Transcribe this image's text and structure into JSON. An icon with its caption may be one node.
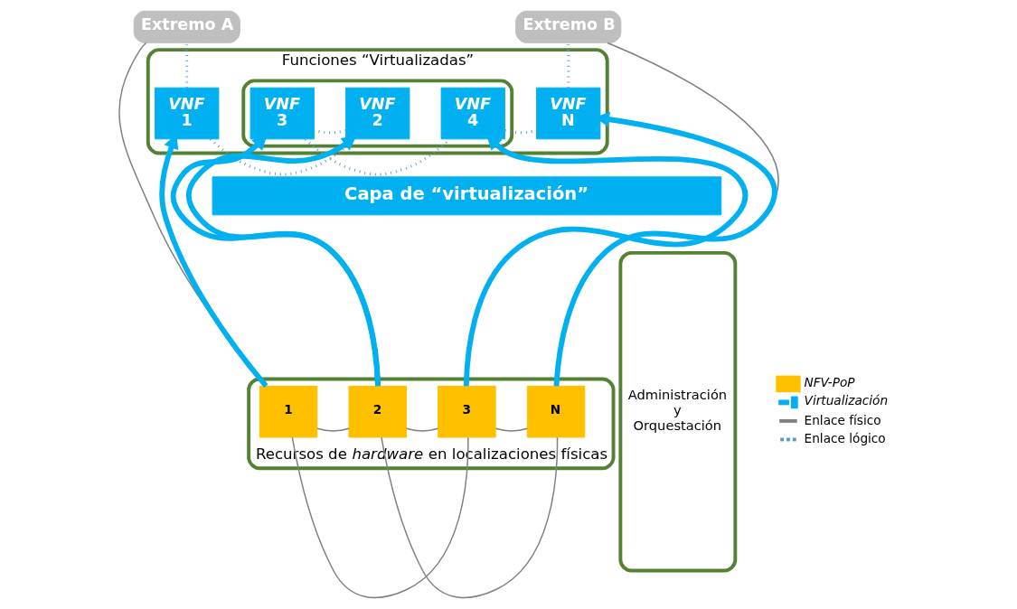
{
  "diagram": {
    "nodes": [
      {
        "text": [
          "Extremo A"
        ]
      },
      {
        "text": [
          "Extremo B"
        ]
      },
      {
        "text": [
          "Funciones “Virtualizadas”"
        ]
      },
      {
        "text": [],
        "shape": "box",
        "in": 2
      },
      {
        "text": [
          "VNF",
          "1"
        ],
        "in": 2
      },
      {
        "text": [
          "VNF",
          "2"
        ],
        "in": 3
      },
      {
        "text": [
          "VNF",
          "3"
        ],
        "in": 3
      },
      {
        "text": [
          "VNF",
          "4"
        ],
        "in": 3
      },
      {
        "text": [
          "VNF",
          "N"
        ],
        "in": 2
      },
      {
        "text": [
          "Capa de “virtualización”"
        ]
      },
      {
        "text": [
          "Recursos de *hardware* en localizaciones físicas"
        ]
      },
      {
        "text": [
          "1"
        ],
        "in": 10
      },
      {
        "text": [
          "2"
        ],
        "in": 10
      },
      {
        "text": [
          "3"
        ],
        "in": 10
      },
      {
        "text": [
          "N"
        ],
        "in": 10
      },
      {
        "text": [
          "Administración y Orquestación"
        ]
      }
    ],
    "edges": [
      {
        "from": 11,
        "to": 4,
        "arrow": "to",
        "style": "thick",
        "color": "#00b0f0"
      },
      {
        "from": 12,
        "to": 5,
        "arrow": "to",
        "style": "thick",
        "color": "#00b0f0"
      },
      {
        "from": 12,
        "to": 6,
        "arrow": "to",
        "style": "thick",
        "color": "#00b0f0"
      },
      {
        "from": 13,
        "to": 7,
        "arrow": "to",
        "style": "thick",
        "color": "#00b0f0"
      },
      {
        "from": 14,
        "to": 8,
        "arrow": "to",
        "style": "thick",
        "color": "#00b0f0"
      },
      {
        "from": 4,
        "to": 0,
        "arrow": "none",
        "style": "dashed",
        "color": "#5b9bd5"
      },
      {
        "from": 8,
        "to": 1,
        "arrow": "none",
        "style": "dashed",
        "color": "#5b9bd5"
      },
      {
        "from": 4,
        "to": 5,
        "arrow": "none",
        "style": "dashed",
        "color": "#5b9bd5"
      },
      {
        "from": 5,
        "to": 6,
        "arrow": "none",
        "style": "dashed",
        "color": "#5b9bd5"
      },
      {
        "from": 6,
        "to": 7,
        "arrow": "none",
        "style": "dashed",
        "color": "#5b9bd5"
      },
      {
        "from": 7,
        "to": 8,
        "arrow": "none",
        "style": "dashed",
        "color": "#5b9bd5"
      },
      {
        "from": 0,
        "to": 11,
        "arrow": "none"
      },
      {
        "from": 11,
        "to": 12,
        "arrow": "none"
      },
      {
        "from": 12,
        "to": 13,
        "arrow": "none"
      },
      {
        "from": 13,
        "to": 14,
        "arrow": "none"
      },
      {
        "from": 14,
        "to": 1,
        "arrow": "none"
      },
      {
        "from": 11,
        "to": 13,
        "arrow": "none"
      },
      {
        "from": 12,
        "to": 14,
        "arrow": "none"
      }
    ],
    "legend": [
      {
        "text": "NFV-PoP",
        "color": "#ffc000"
      },
      {
        "text": "Virtualización"
      },
      {
        "text": "Enlace físico"
      },
      {
        "text": "Enlace lógico"
      }
    ]
  }
}
